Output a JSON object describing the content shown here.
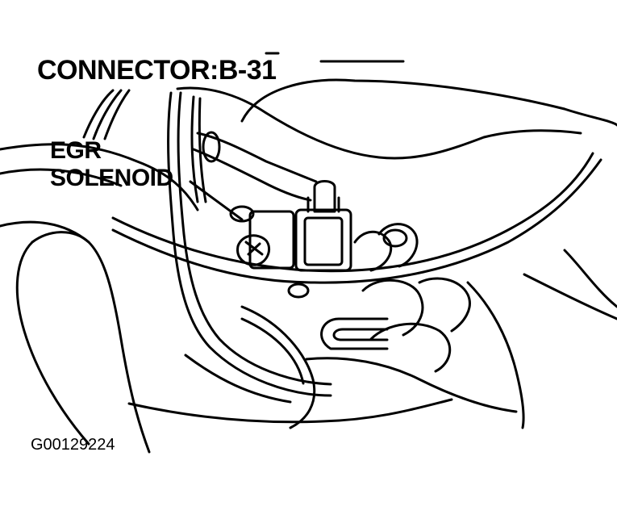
{
  "labels": {
    "connector": "CONNECTOR:B-31",
    "egr_line1": "EGR",
    "egr_line2": "SOLENOID",
    "figure_id": "G00129224"
  },
  "colors": {
    "ink": "#000000",
    "paper": "#ffffff"
  }
}
